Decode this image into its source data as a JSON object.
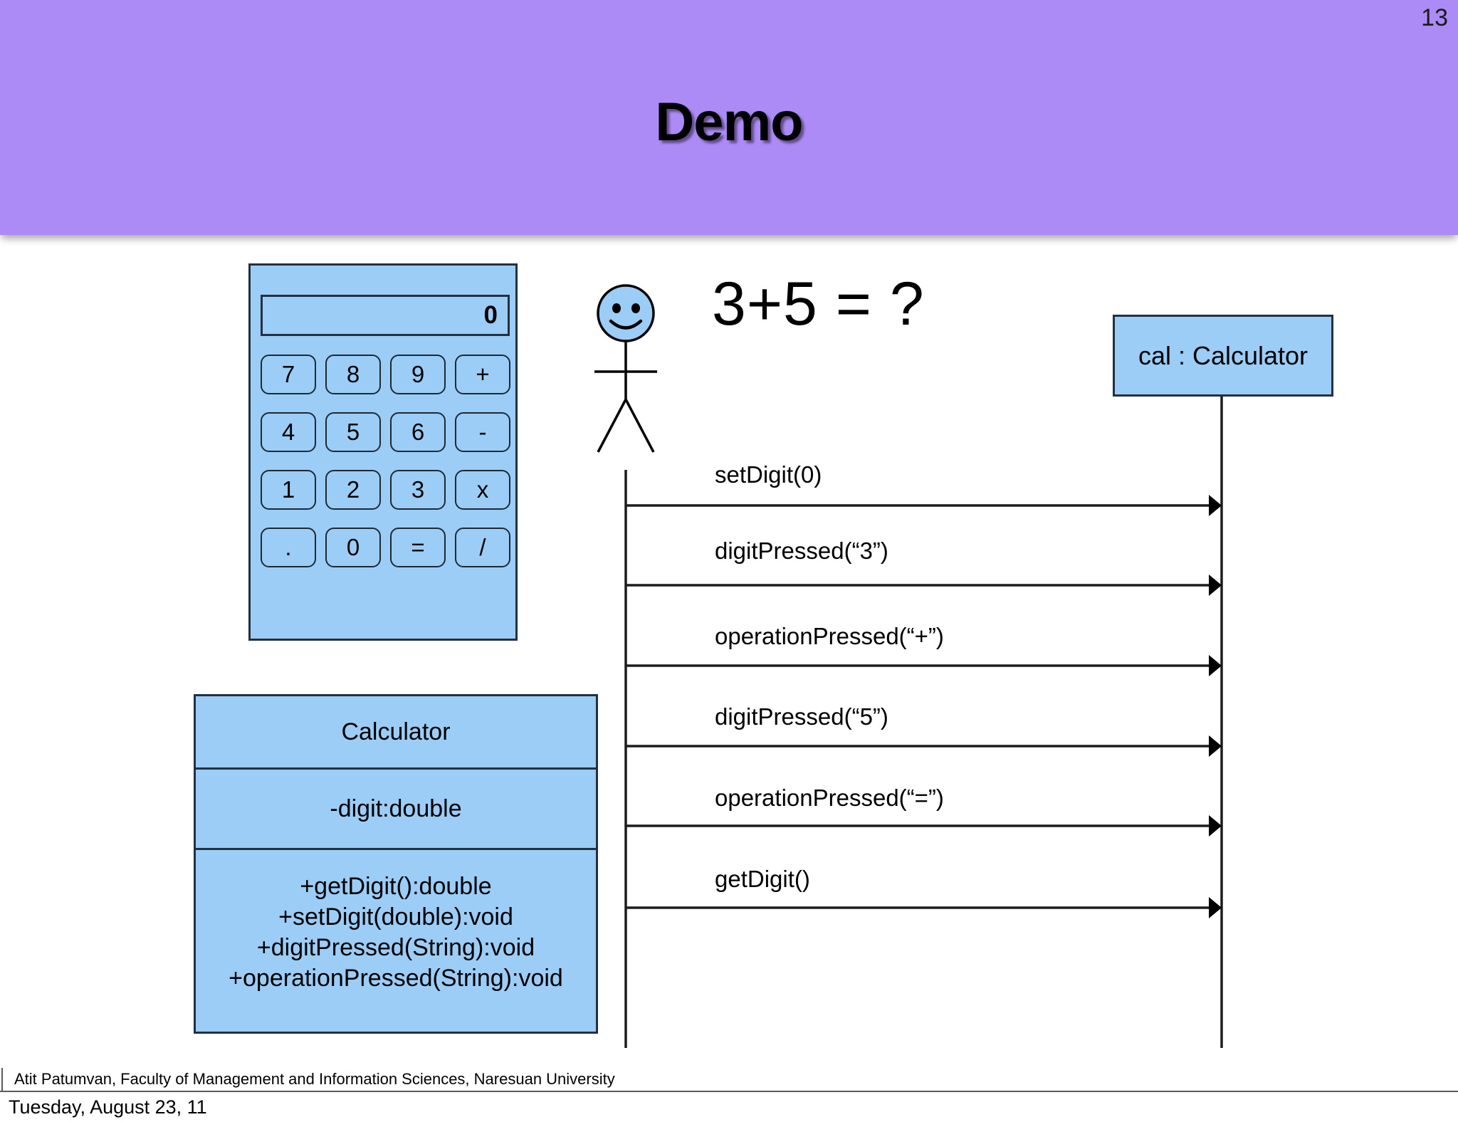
{
  "slide": {
    "title": "Demo",
    "page_number": "13",
    "header_color": "#ad8bf7",
    "accent_blue": "#9ccdf7",
    "border_color": "#22303f"
  },
  "calculator": {
    "display_value": "0",
    "keys": [
      "7",
      "8",
      "9",
      "+",
      "4",
      "5",
      "6",
      "-",
      "1",
      "2",
      "3",
      "x",
      ".",
      "0",
      "=",
      "/"
    ]
  },
  "uml_class": {
    "name": "Calculator",
    "attributes": [
      "-digit:double"
    ],
    "operations": [
      "+getDigit():double",
      "+setDigit(double):void",
      "+digitPressed(String):void",
      "+operationPressed(String):void"
    ]
  },
  "actor": {
    "equation": "3+5 = ?",
    "icon": "stick-figure-actor"
  },
  "sequence": {
    "object_label": "cal : Calculator",
    "messages": [
      "setDigit(0)",
      "digitPressed(“3”)",
      "operationPressed(“+”)",
      "digitPressed(“5”)",
      "operationPressed(“=”)",
      "getDigit()"
    ]
  },
  "footer": {
    "credit": "Atit Patumvan, Faculty of Management and Information Sciences, Naresuan University",
    "date": "Tuesday, August 23, 11"
  }
}
